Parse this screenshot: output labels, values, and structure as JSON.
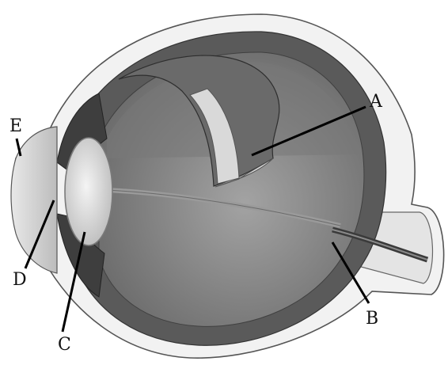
{
  "diagram": {
    "labels": [
      {
        "id": "A",
        "text": "A"
      },
      {
        "id": "B",
        "text": "B"
      },
      {
        "id": "C",
        "text": "C"
      },
      {
        "id": "D",
        "text": "D"
      },
      {
        "id": "E",
        "text": "E"
      }
    ],
    "colors": {
      "outline": "#555555",
      "sclera": "#f2f2f2",
      "choroid": "#5a5a5a",
      "vitreous": "#8c8c8c",
      "retina": "#6e6e6e",
      "lens": "#dcdcdc",
      "cornea": "#d9d9d9",
      "leader": "#000000"
    }
  }
}
